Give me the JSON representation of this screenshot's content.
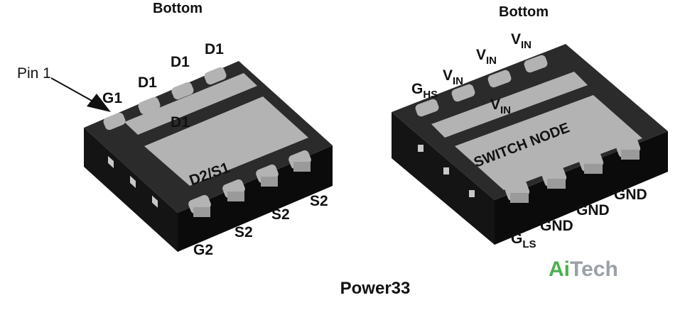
{
  "caption": "Power33",
  "logo": {
    "part1": "Ai",
    "part2": "Tech",
    "color_ai": "#4caf50",
    "color_tech": "#9aa0a6"
  },
  "colors": {
    "body_top": "#2b2b2b",
    "body_side": "#111111",
    "pad": "#b3b3b3",
    "pad_edge": "#8c8c8c"
  },
  "left_package": {
    "view_label": "Bottom",
    "pin1_label": "Pin 1",
    "pad_labels": {
      "g1": "G1",
      "d1_a": "D1",
      "d1_b": "D1",
      "d1_c": "D1",
      "d1_pad": "D1",
      "d2s1_pad": "D2/S1",
      "g2": "G2",
      "s2_a": "S2",
      "s2_b": "S2",
      "s2_c": "S2"
    }
  },
  "right_package": {
    "view_label": "Bottom",
    "pad_labels": {
      "ghs_main": "G",
      "ghs_sub": "HS",
      "vin1_main": "V",
      "vin1_sub": "IN",
      "vin2_main": "V",
      "vin2_sub": "IN",
      "vin3_main": "V",
      "vin3_sub": "IN",
      "vin_pad_main": "V",
      "vin_pad_sub": "IN",
      "switch_node": "SWITCH NODE",
      "gls_main": "G",
      "gls_sub": "LS",
      "gnd_a": "GND",
      "gnd_b": "GND",
      "gnd_c": "GND"
    }
  }
}
